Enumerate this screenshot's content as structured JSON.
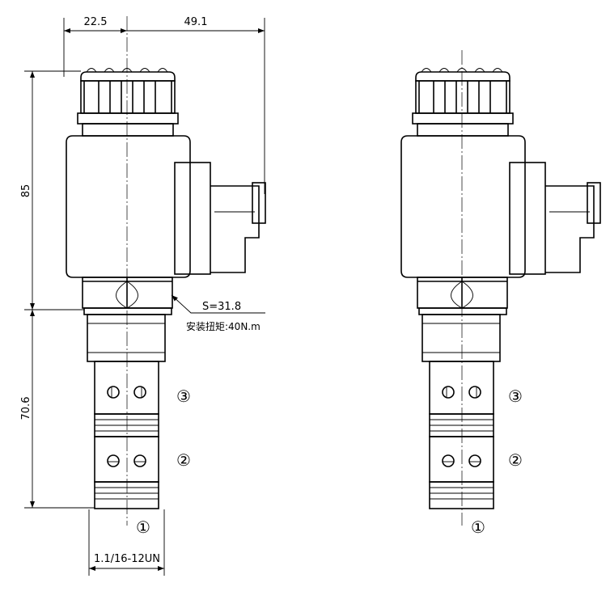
{
  "dimensions": {
    "top_left": "22.5",
    "top_right": "49.1",
    "height_upper": "85",
    "height_lower": "70.6",
    "thread": "1.1/16-12UN",
    "hex": "S=31.8",
    "torque": "安装扭矩:40N.m"
  },
  "ports": {
    "p1": "①",
    "p2": "②",
    "p3": "③"
  }
}
